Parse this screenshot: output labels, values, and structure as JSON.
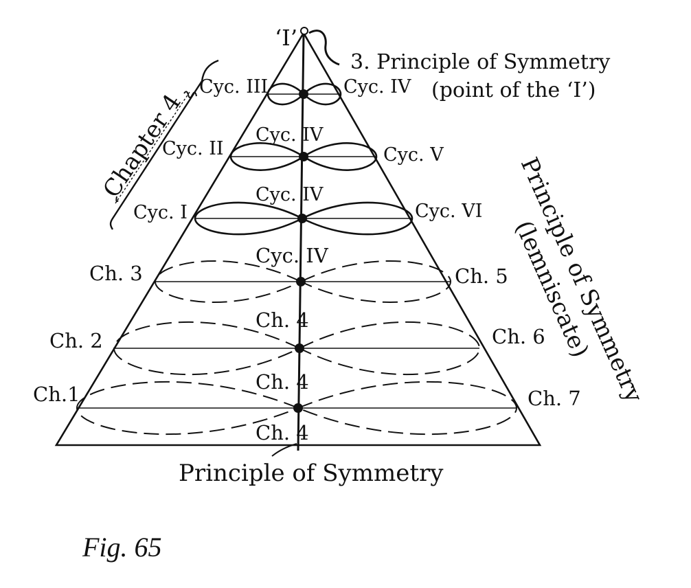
{
  "ink": "#111111",
  "background": "#ffffff",
  "apex_label": "‘I’",
  "top_principle": {
    "line1": "3.  Principle of Symmetry",
    "line2": "(point of the ‘I’)"
  },
  "chapter_brace_label": "Chapter 4",
  "right_principle": {
    "line1": "Principle of Symmetry",
    "line2": "(lemniscate)"
  },
  "bottom_label": "Principle of Symmetry",
  "levels": [
    {
      "left": "Cyc. III",
      "center": "",
      "right": "Cyc. IV",
      "style": "solid"
    },
    {
      "left": "Cyc. II",
      "center": "Cyc.  IV",
      "right": "Cyc. V",
      "style": "solid"
    },
    {
      "left": "Cyc. I",
      "center": "Cyc.  IV",
      "right": "Cyc. VI",
      "style": "solid"
    },
    {
      "left": "Ch. 3",
      "center": "Cyc.  IV",
      "right": "Ch. 5",
      "style": "dashed"
    },
    {
      "left": "Ch. 2",
      "center": "Ch.  4",
      "right": "Ch. 6",
      "style": "dashed"
    },
    {
      "left": "Ch.1",
      "center": "Ch.  4",
      "right": "Ch. 7",
      "style": "dashed"
    }
  ],
  "base_center_label": "Ch.  4",
  "caption": "Fig. 65"
}
